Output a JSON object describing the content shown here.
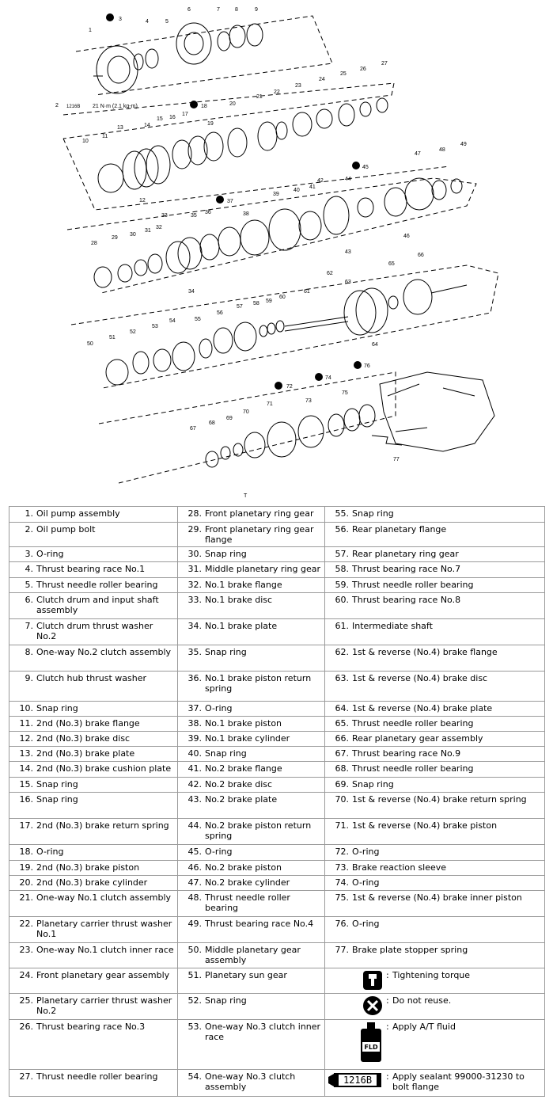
{
  "diagram": {
    "labels": [
      "1",
      "2",
      "3",
      "4",
      "5",
      "6",
      "7",
      "8",
      "9",
      "10",
      "11",
      "12",
      "13",
      "14",
      "15",
      "16",
      "17",
      "18",
      "19",
      "20",
      "21",
      "22",
      "23",
      "24",
      "25",
      "26",
      "27",
      "28",
      "29",
      "30",
      "31",
      "32",
      "33",
      "34",
      "35",
      "36",
      "37",
      "38",
      "39",
      "40",
      "41",
      "42",
      "43",
      "44",
      "45",
      "46",
      "47",
      "48",
      "49",
      "50",
      "51",
      "52",
      "53",
      "54",
      "55",
      "56",
      "57",
      "58",
      "59",
      "60",
      "61",
      "62",
      "63",
      "64",
      "65",
      "66",
      "67",
      "68",
      "69",
      "70",
      "71",
      "72",
      "73",
      "74",
      "75",
      "76",
      "77"
    ],
    "torque_label": "21 N·m (2.1 kg-m)",
    "sealant_tag": "1216B",
    "fluid_tag": "FLD",
    "caption": "T"
  },
  "legend": {
    "rows": [
      [
        {
          "n": "1.",
          "t": "Oil pump assembly"
        },
        {
          "n": "28.",
          "t": "Front planetary ring gear"
        },
        {
          "n": "55.",
          "t": "Snap ring"
        }
      ],
      [
        {
          "n": "2.",
          "t": "Oil pump bolt"
        },
        {
          "n": "29.",
          "t": "Front planetary ring gear flange"
        },
        {
          "n": "56.",
          "t": "Rear planetary flange"
        }
      ],
      [
        {
          "n": "3.",
          "t": "O-ring"
        },
        {
          "n": "30.",
          "t": "Snap ring"
        },
        {
          "n": "57.",
          "t": "Rear planetary ring gear"
        }
      ],
      [
        {
          "n": "4.",
          "t": "Thrust bearing race No.1"
        },
        {
          "n": "31.",
          "t": "Middle planetary ring gear"
        },
        {
          "n": "58.",
          "t": "Thrust bearing race No.7"
        }
      ],
      [
        {
          "n": "5.",
          "t": "Thrust needle roller bearing"
        },
        {
          "n": "32.",
          "t": "No.1 brake flange"
        },
        {
          "n": "59.",
          "t": "Thrust needle roller bearing"
        }
      ],
      [
        {
          "n": "6.",
          "t": "Clutch drum and input shaft assembly"
        },
        {
          "n": "33.",
          "t": "No.1 brake disc"
        },
        {
          "n": "60.",
          "t": "Thrust bearing race No.8"
        }
      ],
      [
        {
          "n": "7.",
          "t": "Clutch drum thrust washer No.2"
        },
        {
          "n": "34.",
          "t": "No.1 brake plate"
        },
        {
          "n": "61.",
          "t": "Intermediate shaft"
        }
      ],
      [
        {
          "n": "8.",
          "t": "One-way No.2 clutch assembly"
        },
        {
          "n": "35.",
          "t": "Snap ring"
        },
        {
          "n": "62.",
          "t": "1st & reverse (No.4) brake flange"
        }
      ],
      [
        {
          "n": "9.",
          "t": "Clutch hub thrust washer"
        },
        {
          "n": "36.",
          "t": "No.1 brake piston return spring"
        },
        {
          "n": "63.",
          "t": "1st & reverse (No.4) brake disc"
        }
      ],
      [
        {
          "n": "10.",
          "t": "Snap ring"
        },
        {
          "n": "37.",
          "t": "O-ring"
        },
        {
          "n": "64.",
          "t": "1st & reverse (No.4) brake plate"
        }
      ],
      [
        {
          "n": "11.",
          "t": "2nd (No.3) brake flange"
        },
        {
          "n": "38.",
          "t": "No.1 brake piston"
        },
        {
          "n": "65.",
          "t": "Thrust needle roller bearing"
        }
      ],
      [
        {
          "n": "12.",
          "t": "2nd (No.3) brake disc"
        },
        {
          "n": "39.",
          "t": "No.1 brake cylinder"
        },
        {
          "n": "66.",
          "t": "Rear planetary gear assembly"
        }
      ],
      [
        {
          "n": "13.",
          "t": "2nd (No.3) brake plate"
        },
        {
          "n": "40.",
          "t": "Snap ring"
        },
        {
          "n": "67.",
          "t": "Thrust bearing race No.9"
        }
      ],
      [
        {
          "n": "14.",
          "t": "2nd (No.3) brake cushion plate"
        },
        {
          "n": "41.",
          "t": "No.2 brake flange"
        },
        {
          "n": "68.",
          "t": "Thrust needle roller bearing"
        }
      ],
      [
        {
          "n": "15.",
          "t": "Snap ring"
        },
        {
          "n": "42.",
          "t": "No.2 brake disc"
        },
        {
          "n": "69.",
          "t": "Snap ring"
        }
      ],
      [
        {
          "n": "16.",
          "t": "Snap ring"
        },
        {
          "n": "43.",
          "t": "No.2 brake plate"
        },
        {
          "n": "70.",
          "t": "1st & reverse (No.4) brake return spring"
        }
      ],
      [
        {
          "n": "17.",
          "t": "2nd (No.3) brake return spring"
        },
        {
          "n": "44.",
          "t": "No.2 brake piston return spring"
        },
        {
          "n": "71.",
          "t": "1st & reverse (No.4) brake piston"
        }
      ],
      [
        {
          "n": "18.",
          "t": "O-ring"
        },
        {
          "n": "45.",
          "t": "O-ring"
        },
        {
          "n": "72.",
          "t": "O-ring"
        }
      ],
      [
        {
          "n": "19.",
          "t": "2nd (No.3) brake piston"
        },
        {
          "n": "46.",
          "t": "No.2 brake piston"
        },
        {
          "n": "73.",
          "t": "Brake reaction sleeve"
        }
      ],
      [
        {
          "n": "20.",
          "t": "2nd (No.3) brake cylinder"
        },
        {
          "n": "47.",
          "t": "No.2 brake cylinder"
        },
        {
          "n": "74.",
          "t": "O-ring"
        }
      ],
      [
        {
          "n": "21.",
          "t": "One-way No.1 clutch assembly"
        },
        {
          "n": "48.",
          "t": "Thrust needle roller bearing"
        },
        {
          "n": "75.",
          "t": "1st & reverse (No.4) brake inner piston"
        }
      ],
      [
        {
          "n": "22.",
          "t": "Planetary carrier thrust washer No.1"
        },
        {
          "n": "49.",
          "t": "Thrust bearing race No.4"
        },
        {
          "n": "76.",
          "t": "O-ring"
        }
      ],
      [
        {
          "n": "23.",
          "t": "One-way No.1 clutch inner race"
        },
        {
          "n": "50.",
          "t": "Middle planetary gear assembly"
        },
        {
          "n": "77.",
          "t": "Brake plate stopper spring"
        }
      ],
      [
        {
          "n": "24.",
          "t": "Front planetary gear assembly"
        },
        {
          "n": "51.",
          "t": "Planetary sun gear"
        },
        {
          "sym": "torque-icon",
          "t": "Tightening torque"
        }
      ],
      [
        {
          "n": "25.",
          "t": "Planetary carrier thrust washer No.2"
        },
        {
          "n": "52.",
          "t": "Snap ring"
        },
        {
          "sym": "do-not-reuse-icon",
          "t": "Do not reuse."
        }
      ],
      [
        {
          "n": "26.",
          "t": "Thrust bearing race No.3"
        },
        {
          "n": "53.",
          "t": "One-way No.3 clutch inner race"
        },
        {
          "sym": "fluid-icon",
          "t": "Apply A/T fluid"
        }
      ],
      [
        {
          "n": "27.",
          "t": "Thrust needle roller bearing"
        },
        {
          "n": "54.",
          "t": "One-way No.3 clutch assembly"
        },
        {
          "sym": "sealant-icon",
          "t": "Apply sealant 99000-31230 to bolt flange"
        }
      ]
    ],
    "symbols": {
      "colon": ":",
      "fld": "FLD",
      "sealant": "1216B"
    }
  }
}
